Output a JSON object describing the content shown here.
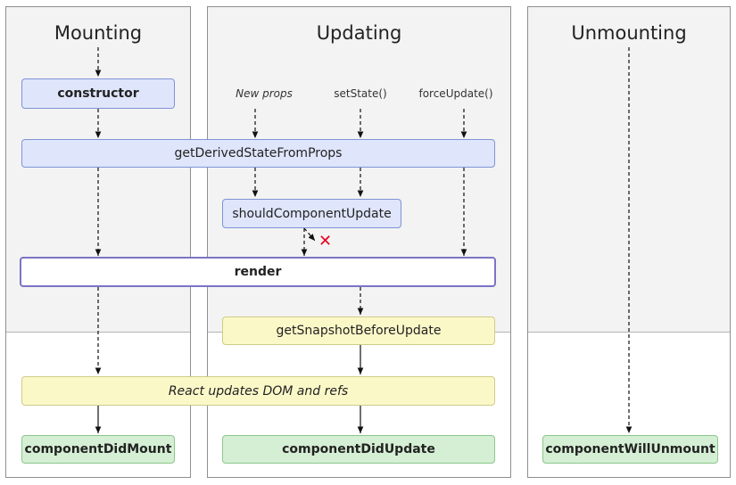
{
  "columns": {
    "mounting": "Mounting",
    "updating": "Updating",
    "unmounting": "Unmounting"
  },
  "triggers": {
    "new_props": "New props",
    "set_state": "setState()",
    "force_update": "forceUpdate()"
  },
  "methods": {
    "constructor": "constructor",
    "get_derived_state": "getDerivedStateFromProps",
    "should_component_update": "shouldComponentUpdate",
    "render": "render",
    "get_snapshot": "getSnapshotBeforeUpdate",
    "react_updates_dom": "React updates DOM and refs",
    "component_did_mount": "componentDidMount",
    "component_did_update": "componentDidUpdate",
    "component_will_unmount": "componentWillUnmount"
  },
  "cross_mark": "✕",
  "colors": {
    "render_phase_bg": "#f3f3f3",
    "blue_box": "#dfe5fb",
    "yellow_box": "#fbf8c8",
    "green_box": "#d4efd4",
    "render_border": "#7b74c4",
    "cross": "#e8001c"
  }
}
